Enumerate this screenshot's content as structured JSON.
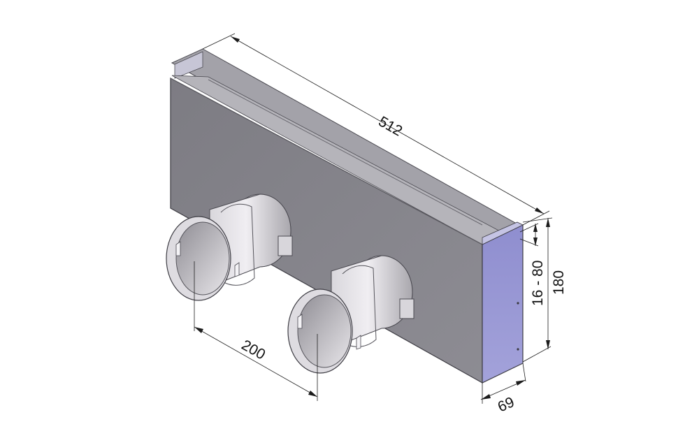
{
  "drawing": {
    "dimensions": {
      "length": "512",
      "height": "180",
      "depth": "69",
      "spacing": "200",
      "slot": "16 - 80"
    },
    "colors": {
      "box_front": "#85848b",
      "box_top": "#9c9ba2",
      "box_top_strip": "#b1b0b6",
      "side_face": "#9998d4",
      "pipe_light": "#e4e2e6",
      "pipe_mid": "#b9b7bd",
      "pipe_dark": "#6f6d74",
      "dimension_line": "#1c1c1c"
    }
  }
}
